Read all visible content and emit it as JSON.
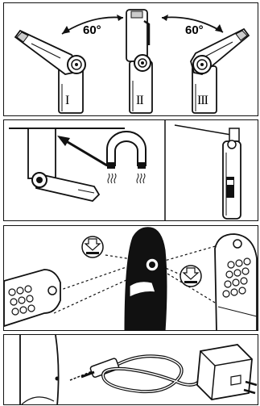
{
  "panel1": {
    "angle_left": "60°",
    "angle_right": "60°",
    "positions": [
      "I",
      "II",
      "III"
    ]
  },
  "colors": {
    "stroke": "#111111",
    "fill": "#ffffff",
    "dark": "#111111",
    "grey": "#bbbbbb"
  },
  "icons": [
    "flashlight",
    "magnet",
    "push-button",
    "led-array",
    "power-adapter",
    "dc-plug",
    "cable"
  ]
}
